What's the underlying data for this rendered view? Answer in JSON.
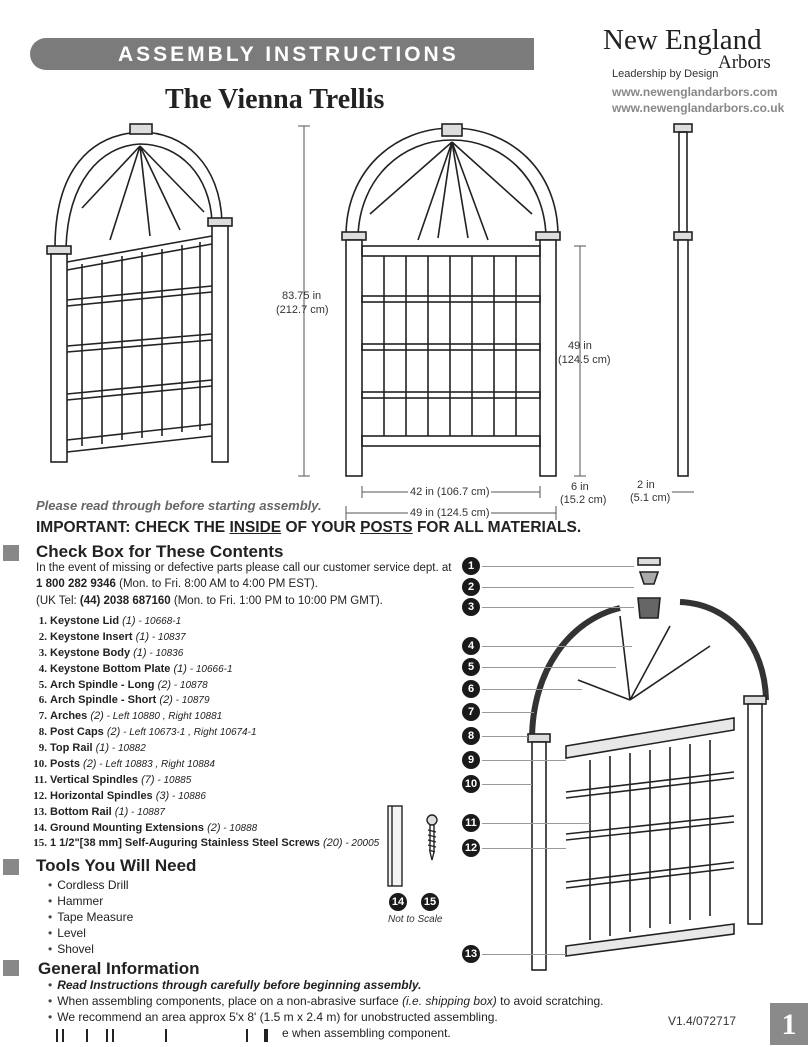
{
  "header": {
    "banner": "ASSEMBLY INSTRUCTIONS",
    "title": "The Vienna Trellis"
  },
  "brand": {
    "name_line1": "New England",
    "name_line2": "Arbors",
    "tagline": "Leadership by Design",
    "url_us": "www.newenglandarbors.com",
    "url_uk": "www.newenglandarbors.co.uk"
  },
  "dimensions": {
    "height": "83.75 in",
    "height_cm": "(212.7 cm)",
    "panel_height": "49 in",
    "panel_height_cm": "(124.5 cm)",
    "inner_width": "42 in (106.7 cm)",
    "outer_width": "49 in (124.5 cm)",
    "depth": "6 in",
    "depth_cm": "(15.2 cm)",
    "post_width": "2 in",
    "post_width_cm": "(5.1 cm)"
  },
  "note": "Please read through before starting assembly.",
  "important": {
    "a": "IMPORTANT:  CHECK THE ",
    "b": "INSIDE",
    "c": " OF YOUR ",
    "d": "POSTS",
    "e": " FOR ALL MATERIALS."
  },
  "contents": {
    "title": "Check Box for These Contents",
    "intro1": "In the event of missing or defective parts please call our customer service dept. at",
    "phone_us": "1 800 282 9346",
    "hours_us": " (Mon. to Fri. 8:00 AM to 4:00 PM EST).",
    "uk_prefix": "(UK Tel: ",
    "phone_uk": "(44) 2038 687160",
    "hours_uk": " (Mon. to Fri.  1:00 PM to 10:00 PM GMT).",
    "parts": [
      {
        "num": "1.",
        "name": "Keystone Lid",
        "qty": "(1)",
        "code": " - 10668-1"
      },
      {
        "num": "2.",
        "name": "Keystone Insert",
        "qty": "(1)",
        "code": " - 10837"
      },
      {
        "num": "3.",
        "name": "Keystone Body",
        "qty": "(1)",
        "code": " - 10836"
      },
      {
        "num": "4.",
        "name": "Keystone Bottom Plate",
        "qty": "(1)",
        "code": " - 10666-1"
      },
      {
        "num": "5.",
        "name": "Arch Spindle - Long",
        "qty": "(2)",
        "code": " - 10878"
      },
      {
        "num": "6.",
        "name": "Arch Spindle - Short",
        "qty": "(2)",
        "code": " - 10879"
      },
      {
        "num": "7.",
        "name": "Arches",
        "qty": "(2)",
        "code": " - Left 10880 , Right 10881"
      },
      {
        "num": "8.",
        "name": "Post Caps",
        "qty": "(2)",
        "code": " - Left 10673-1 , Right 10674-1"
      },
      {
        "num": "9.",
        "name": "Top Rail",
        "qty": "(1)",
        "code": " - 10882"
      },
      {
        "num": "10.",
        "name": "Posts",
        "qty": "(2)",
        "code": " - Left 10883 , Right 10884"
      },
      {
        "num": "11.",
        "name": "Vertical Spindles",
        "qty": "(7)",
        "code": " - 10885"
      },
      {
        "num": "12.",
        "name": "Horizontal Spindles",
        "qty": "(3)",
        "code": " - 10886"
      },
      {
        "num": "13.",
        "name": "Bottom Rail",
        "qty": "(1)",
        "code": " - 10887"
      },
      {
        "num": "14.",
        "name": "Ground Mounting Extensions",
        "qty": "(2)",
        "code": " - 10888"
      },
      {
        "num": "15.",
        "name": "1 1/2\"[38 mm] Self-Auguring Stainless Steel Screws",
        "qty": "(20)",
        "code": " - 20005"
      }
    ]
  },
  "tools": {
    "title": "Tools You Will Need",
    "items": [
      "Cordless Drill",
      "Hammer",
      "Tape Measure",
      "Level",
      "Shovel"
    ]
  },
  "callouts": [
    "1",
    "2",
    "3",
    "4",
    "5",
    "6",
    "7",
    "8",
    "9",
    "10",
    "11",
    "12",
    "13",
    "14",
    "15"
  ],
  "not_to_scale": "Not to Scale",
  "info": {
    "title": "General Information",
    "items": [
      "Read Instructions through carefully before beginning assembly.",
      "When assembling components, place on a non-abrasive surface ",
      "We recommend an area approx 5'x 8' (1.5 m x 2.4 m) for unobstructed assembling.",
      "e when assembling component."
    ],
    "item2_italic": "(i.e. shipping box)",
    "item2_tail": " to avoid scratching."
  },
  "footer": {
    "version": "V1.4/072717",
    "page": "1"
  }
}
